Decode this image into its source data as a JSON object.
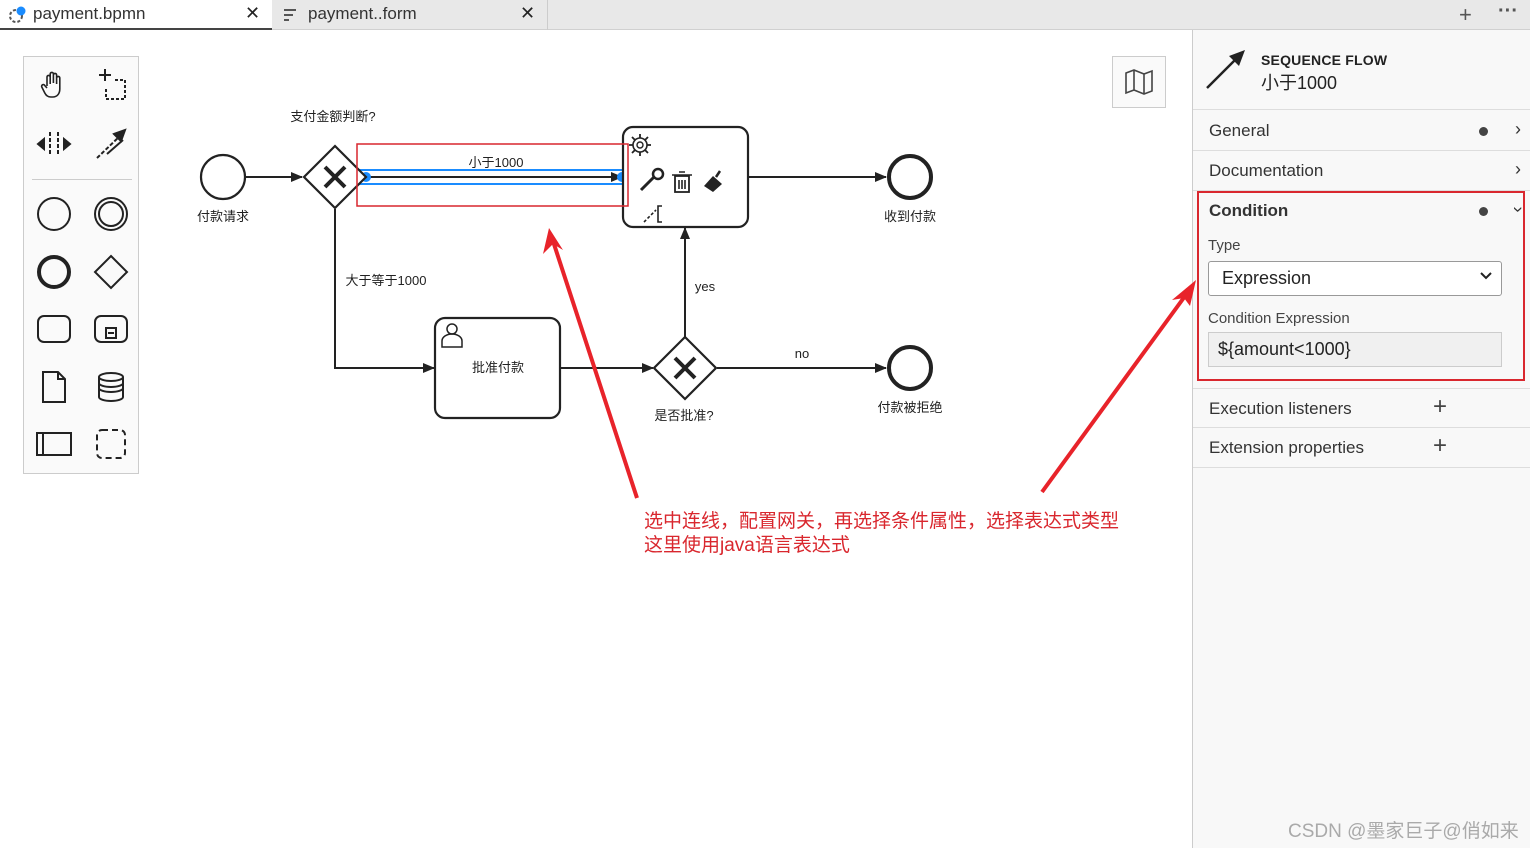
{
  "tabs": [
    {
      "label": "payment.bpmn",
      "active": true,
      "icon": "bpmn-icon"
    },
    {
      "label": "payment..form",
      "active": false,
      "icon": "form-icon"
    }
  ],
  "tab_close": "✕",
  "tab_actions": {
    "add": "+",
    "more": "···"
  },
  "diagram": {
    "start_event": "付款请求",
    "gateway1": "支付金额判断?",
    "flow_small": "小于1000",
    "flow_large": "大于等于1000",
    "user_task": "批准付款",
    "gateway2": "是否批准?",
    "flow_yes": "yes",
    "flow_no": "no",
    "end_paid": "收到付款",
    "end_rejected": "付款被拒绝"
  },
  "panel": {
    "type_label": "SEQUENCE FLOW",
    "element_name": "小于1000",
    "groups": {
      "general": "General",
      "documentation": "Documentation",
      "condition": "Condition",
      "execution_listeners": "Execution listeners",
      "extension_properties": "Extension properties"
    },
    "condition": {
      "type_label": "Type",
      "type_value": "Expression",
      "expression_label": "Condition Expression",
      "expression_value": "${amount<1000}"
    }
  },
  "annotation": {
    "line1": "选中连线，配置网关，再选择条件属性，选择表达式类型",
    "line2": "这里使用java语言表达式"
  },
  "watermark": "CSDN @墨家巨子@俏如来",
  "colors": {
    "annotation": "#d9272e",
    "selection": "#1a8cff",
    "stroke": "#222222"
  }
}
